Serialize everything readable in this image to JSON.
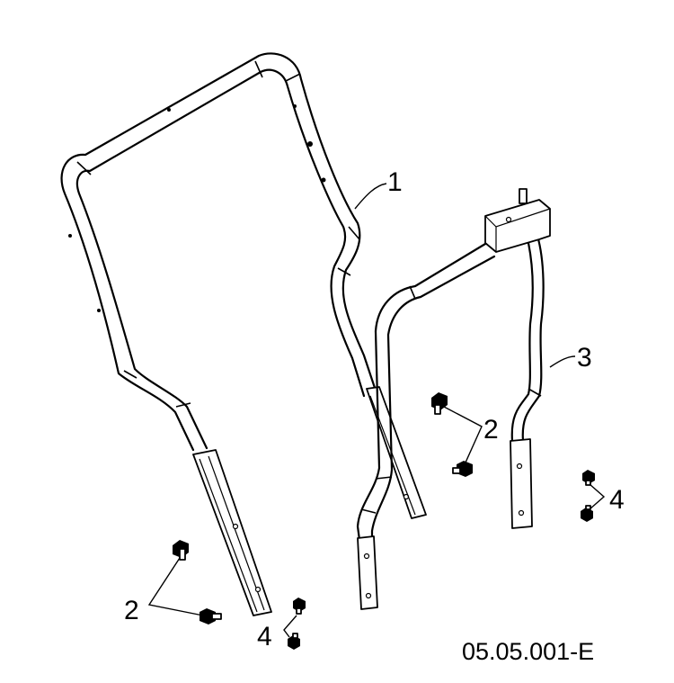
{
  "diagram": {
    "callouts": [
      {
        "id": "c1",
        "label": "1"
      },
      {
        "id": "c2a",
        "label": "2"
      },
      {
        "id": "c2b",
        "label": "2"
      },
      {
        "id": "c3",
        "label": "3"
      },
      {
        "id": "c4a",
        "label": "4"
      },
      {
        "id": "c4b",
        "label": "4"
      }
    ],
    "reference_code": "05.05.001-E"
  }
}
